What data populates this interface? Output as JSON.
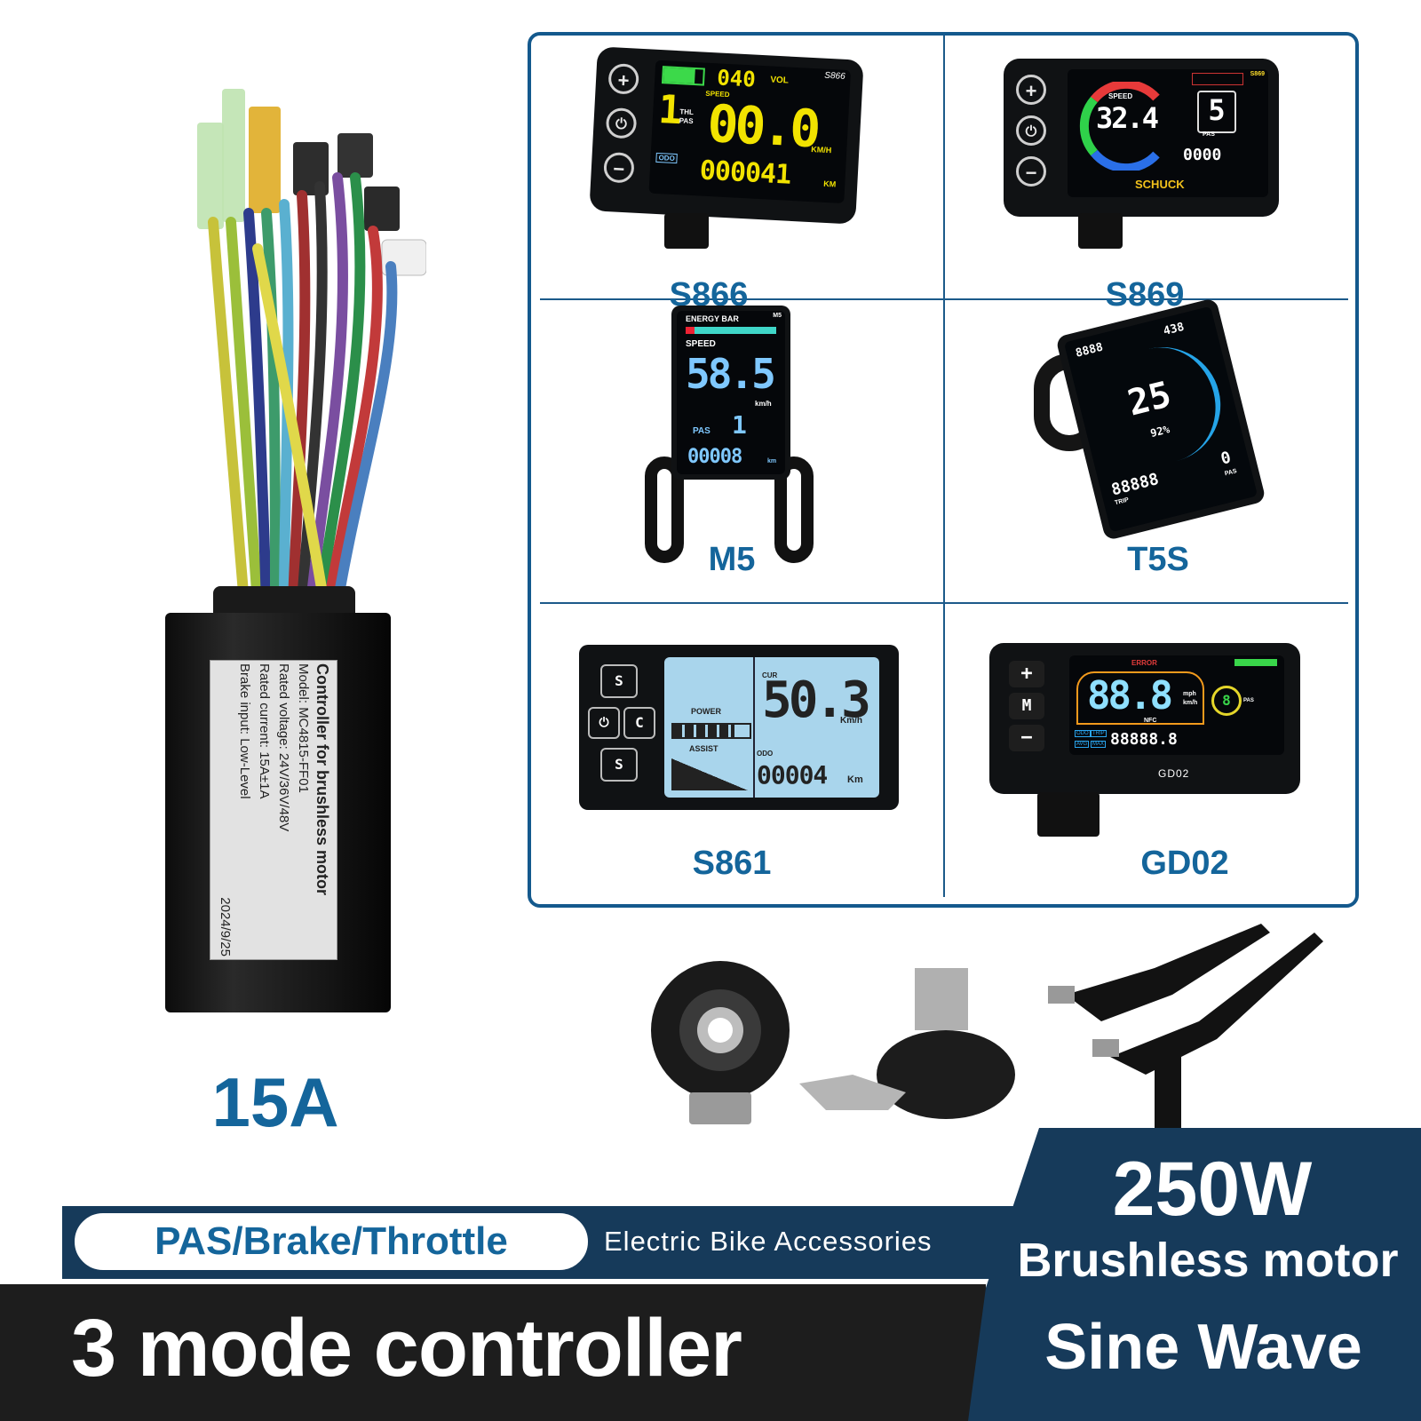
{
  "controller": {
    "label_title": "Controller for brushless motor",
    "model": "Model: MC4815-FF01",
    "rated_voltage": "Rated voltage: 24V/36V/48V",
    "rated_current": "Rated current: 15A±1A",
    "brake_input": "Brake input: Low-Level",
    "date": "2024/9/25",
    "rating": "15A"
  },
  "displays": {
    "s866": {
      "name": "S866",
      "model_tag": "S866",
      "vol": "040",
      "vol_label": "VOL",
      "speed_label": "SPEED",
      "pas": "1",
      "thl": "THL",
      "pas_label": "PAS",
      "speed": "00.0",
      "kmh": "KM/H",
      "odo_label": "ODO",
      "odo": "000041",
      "km": "KM"
    },
    "s869": {
      "name": "S869",
      "model_tag": "S869",
      "speed_label": "SPEED",
      "speed": "32.4",
      "pas": "5",
      "pas_label": "PAS",
      "odo": "0000",
      "brand": "SCHUCK"
    },
    "m5": {
      "name": "M5",
      "model_tag": "M5",
      "energy": "ENERGY BAR",
      "speed_label": "SPEED",
      "speed": "58.5",
      "kmh": "km/h",
      "pas_label": "PAS",
      "pas": "1",
      "odo": "00008",
      "km": "km"
    },
    "t5s": {
      "name": "T5S",
      "top_left": "8888",
      "top_right": "438",
      "speed": "25",
      "battery": "92%",
      "trip": "88888",
      "trip_label": "TRIP",
      "pas": "0",
      "pas_label": "PAS"
    },
    "s861": {
      "name": "S861",
      "power": "POWER",
      "assist": "ASSIST",
      "cur": "CUR",
      "speed": "50.3",
      "kmh": "Km/h",
      "odo_label": "ODO",
      "odo": "00004",
      "km": "Km",
      "btn_up": "S",
      "btn_c": "C",
      "btn_down": "S"
    },
    "gd02": {
      "name": "GD02",
      "model_tag": "GD02",
      "error": "ERROR",
      "speed": "88.8",
      "mph": "mph",
      "kmh": "km/h",
      "nfc": "NFC",
      "pas": "8",
      "pas_label": "PAS",
      "odo": "88888.8",
      "odo_label": "ODO",
      "trip_label": "TRIP",
      "avg_label": "AVG",
      "max_label": "MAX",
      "btn_plus": "+",
      "btn_m": "M",
      "btn_minus": "−"
    }
  },
  "banner": {
    "features": "PAS/Brake/Throttle",
    "accessories": "Electric Bike Accessories",
    "controller_type": "3 mode controller",
    "power": "250W",
    "motor": "Brushless motor",
    "wave": "Sine Wave"
  },
  "colors": {
    "brand_blue": "#14659b",
    "dark_navy": "#163a5a",
    "band_black": "#1d1d1d"
  }
}
